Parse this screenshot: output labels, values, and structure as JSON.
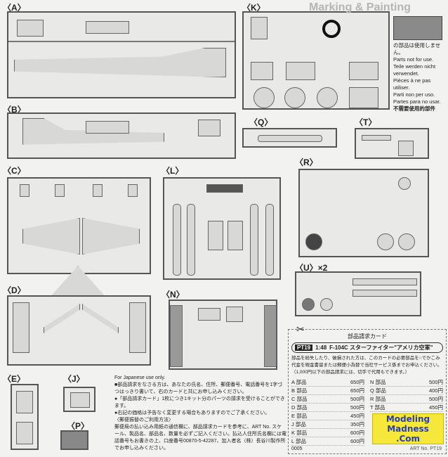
{
  "background_title": "Marking & Painting",
  "sprues": {
    "A": "〈A〉",
    "B": "〈B〉",
    "C": "〈C〉",
    "D": "〈D〉",
    "E": "〈E〉",
    "J": "〈J〉",
    "P": "〈P〉",
    "K": "〈K〉",
    "L": "〈L〉",
    "N": "〈N〉",
    "Q": "〈Q〉",
    "T": "〈T〉",
    "R": "〈R〉",
    "U": "〈U〉×2"
  },
  "legend": {
    "jp": "の部品は使用しません。",
    "en": "Parts not for use.",
    "de": "Teile werden nicht verwendet.",
    "fr": "Pièces à ne pas utiliser.",
    "it": "Parti non per uso.",
    "es": "Partes para no usar.",
    "zh": "不需要使用的部件"
  },
  "japan_note": {
    "heading": "For Japanese use only.",
    "p1": "■部品請求をなさる方は、あなたの氏名、住所、郵便番号、電話番号を1字づつはっきり書いて、右のカードと共にお申し込みください。",
    "p2": "●「部品請求カード」1枚につき1キット分のパーツの請求を受けることができます。",
    "p3": "●右記の価格は予告なく変更する場合もありますのでご了承ください。",
    "p4": "〈郵便振替のご利用方法〉",
    "p5": "郵便局の払い込み用紙の通信欄に、部品請求カードを参考に、ART No. スケール、製品名、部品名、数量を必ずご記入ください。払込人住所氏名欄には電話番号もお書きの上、口座番号00870-5-42287、加入者名（株）長谷川製作所でお申し込みください。"
  },
  "card": {
    "title": "部品請求カード",
    "code": "PT19",
    "scale": "1:48",
    "product": "F-104C スターファイター\"アメリカ空軍\"",
    "intro": "部品を紛失したり、破損された方は、このカードの必要部品を○でかこみ代金を現金書留または郵便小為替で当社サービス係までお申込ください。（1,000円以下の部品請求には、切手で代用もできます。）",
    "left": [
      {
        "part": "A 部品",
        "price": "650円"
      },
      {
        "part": "B 部品",
        "price": "650円"
      },
      {
        "part": "C 部品",
        "price": "500円"
      },
      {
        "part": "D 部品",
        "price": "500円"
      },
      {
        "part": "E 部品",
        "price": "450円"
      },
      {
        "part": "J 部品",
        "price": "350円"
      },
      {
        "part": "K 部品",
        "price": "600円"
      },
      {
        "part": "L 部品",
        "price": "600円"
      }
    ],
    "right": [
      {
        "part": "N 部品",
        "price": "500円"
      },
      {
        "part": "Q 部品",
        "price": "400円"
      },
      {
        "part": "R 部品",
        "price": "500円"
      },
      {
        "part": "T 部品",
        "price": "450円"
      }
    ],
    "footer_code": "0005",
    "art_no": "ART No. PT19"
  },
  "watermark": [
    "Modeling",
    "Madness",
    ".Com"
  ]
}
